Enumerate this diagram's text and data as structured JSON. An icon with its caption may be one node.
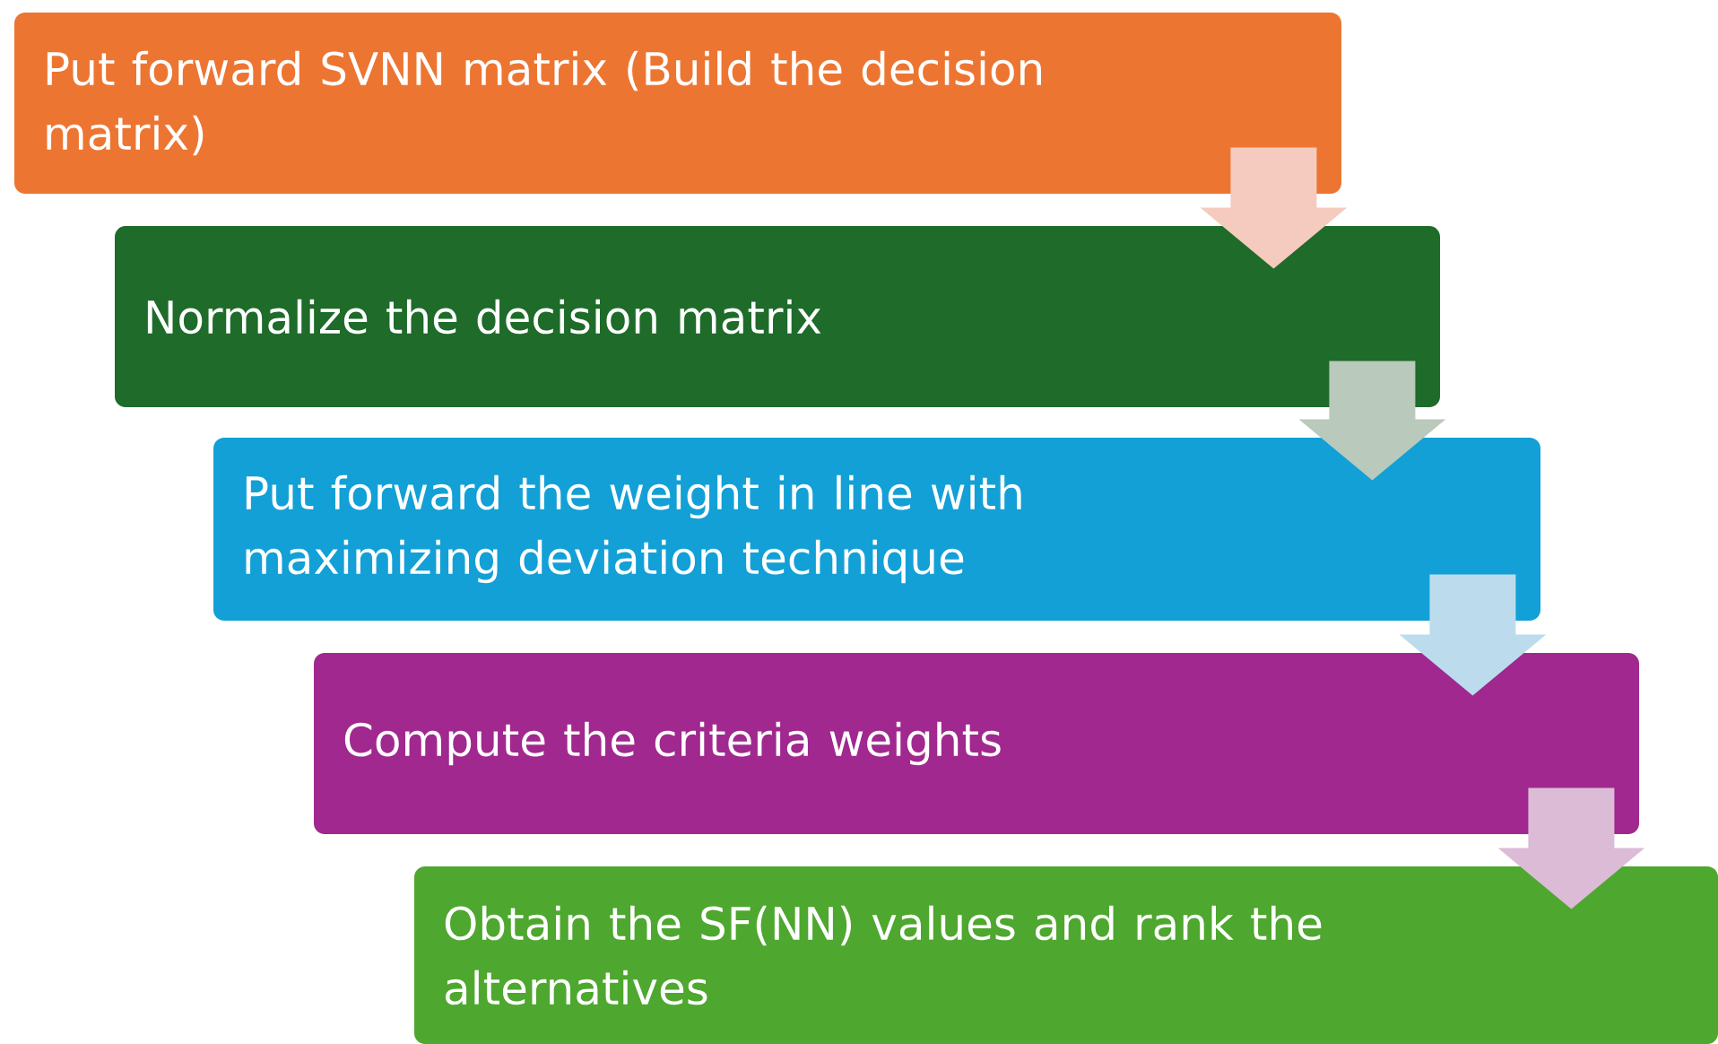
{
  "diagram": {
    "nodes": [
      {
        "text": [
          "Put forward SVNN matrix (Build the decision matrix)"
        ]
      },
      {
        "text": [
          "Normalize the decision matrix"
        ]
      },
      {
        "text": [
          "Put forward the weight in line with maximizing deviation technique"
        ]
      },
      {
        "text": [
          "Compute the criteria weights"
        ]
      },
      {
        "text": [
          "Obtain the SF(NN) values and rank the alternatives"
        ]
      }
    ],
    "edges": [
      {
        "from": 0,
        "to": 1,
        "arrow": "to",
        "color": "#f5cbbf"
      },
      {
        "from": 1,
        "to": 2,
        "arrow": "to",
        "color": "#b9c9bb"
      },
      {
        "from": 2,
        "to": 3,
        "arrow": "to",
        "color": "#bcdcee"
      },
      {
        "from": 3,
        "to": 4,
        "arrow": "to",
        "color": "#dcbbd7"
      }
    ]
  }
}
